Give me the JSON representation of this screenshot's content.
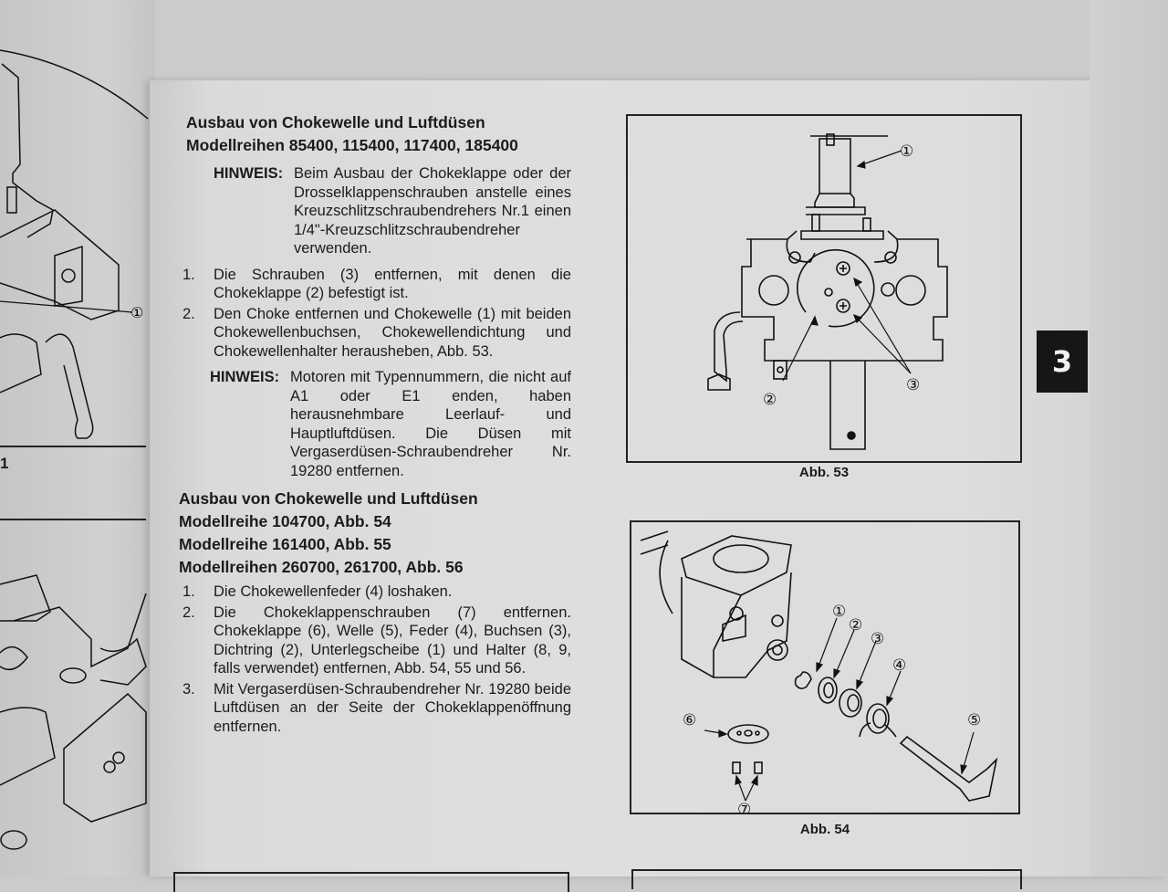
{
  "section_tab": "3",
  "left_page": {
    "figure_label": "1",
    "callout": "①"
  },
  "section1": {
    "heading_line1": "Ausbau von Chokewelle und Luftdüsen",
    "heading_line2": "Modellreihen 85400, 115400, 117400, 185400",
    "note1": {
      "label": "HINWEIS:",
      "text": "Beim Ausbau der Chokeklappe oder der Drosselklappenschrauben anstelle eines Kreuzschlitzschraubendrehers Nr.1 einen 1/4\"-Kreuzschlitzschraubendreher verwenden."
    },
    "steps": [
      {
        "num": "1.",
        "text": "Die Schrauben (3) entfernen, mit denen die Chokeklappe (2) befestigt ist."
      },
      {
        "num": "2.",
        "text": "Den Choke entfernen und Chokewelle (1) mit beiden Chokewellenbuchsen, Chokewellendichtung und Chokewellenhalter herausheben, Abb. 53."
      }
    ],
    "note2": {
      "label": "HINWEIS:",
      "text": "Motoren mit Typennummern, die nicht auf A1 oder E1 enden, haben herausnehmbare Leerlauf- und Hauptluftdüsen. Die Düsen mit Vergaserdüsen-Schraubendreher Nr. 19280 entfernen."
    }
  },
  "section2": {
    "heading_lines": [
      "Ausbau von Chokewelle und Luftdüsen",
      "Modellreihe 104700, Abb. 54",
      "Modellreihe 161400, Abb. 55",
      "Modellreihen 260700, 261700, Abb. 56"
    ],
    "steps": [
      {
        "num": "1.",
        "text": "Die Chokewellenfeder (4) loshaken."
      },
      {
        "num": "2.",
        "text": "Die Chokeklappenschrauben (7) entfernen. Chokeklappe (6), Welle (5), Feder (4), Buchsen (3), Dichtring (2), Unterlegscheibe (1) und Halter (8, 9, falls verwendet) entfernen, Abb. 54, 55 und 56."
      },
      {
        "num": "3.",
        "text": "Mit Vergaserdüsen-Schraubendreher Nr. 19280 beide Luftdüsen an der Seite der Chokeklappenöffnung entfernen."
      }
    ]
  },
  "figures": [
    {
      "caption": "Abb. 53",
      "callouts": [
        "①",
        "②",
        "③"
      ]
    },
    {
      "caption": "Abb. 54",
      "callouts": [
        "①",
        "②",
        "③",
        "④",
        "⑤",
        "⑥",
        "⑦"
      ]
    }
  ]
}
